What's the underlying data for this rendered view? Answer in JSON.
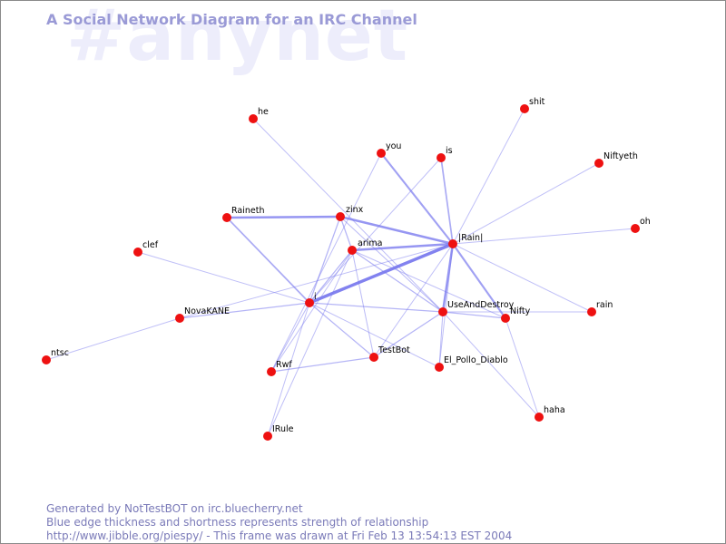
{
  "watermark": "#anynet",
  "title": "A Social Network Diagram for an IRC Channel",
  "footer": {
    "line1": "Generated by NotTestBOT on irc.bluecherry.net",
    "line2": "Blue edge thickness and shortness represents strength of relationship",
    "line3": "http://www.jibble.org/piespy/ - This frame was drawn at Fri Feb 13 13:54:13 EST 2004"
  },
  "colors": {
    "node": "#ee1111",
    "edge": "#7777ee",
    "title": "#9a9ad6",
    "watermark": "#ededfb"
  },
  "nodes": [
    {
      "id": "he",
      "label": "he"
    },
    {
      "id": "shit",
      "label": "shit"
    },
    {
      "id": "you",
      "label": "you"
    },
    {
      "id": "is",
      "label": "is"
    },
    {
      "id": "niftyeth",
      "label": "Niftyeth"
    },
    {
      "id": "raineth",
      "label": "Raineth"
    },
    {
      "id": "zinx",
      "label": "zinx"
    },
    {
      "id": "oh",
      "label": "oh"
    },
    {
      "id": "rain-bar",
      "label": "|Rain|"
    },
    {
      "id": "clef",
      "label": "clef"
    },
    {
      "id": "arima",
      "label": "arima"
    },
    {
      "id": "i",
      "label": "i"
    },
    {
      "id": "novakane",
      "label": "NovaKANE"
    },
    {
      "id": "useanddestroy",
      "label": "UseAndDestroy"
    },
    {
      "id": "nifty",
      "label": "Nifty"
    },
    {
      "id": "rain",
      "label": "rain"
    },
    {
      "id": "ntsc",
      "label": "ntsc"
    },
    {
      "id": "testbot",
      "label": "TestBot"
    },
    {
      "id": "rwf",
      "label": "Rwf"
    },
    {
      "id": "el-pollo-diablo",
      "label": "El_Pollo_Diablo"
    },
    {
      "id": "haha",
      "label": "haha"
    },
    {
      "id": "irule",
      "label": "IRule"
    }
  ],
  "edges": [
    {
      "a": "i",
      "b": "rain-bar",
      "weight": 4
    },
    {
      "a": "arima",
      "b": "rain-bar",
      "weight": 3
    },
    {
      "a": "zinx",
      "b": "rain-bar",
      "weight": 3
    },
    {
      "a": "raineth",
      "b": "zinx",
      "weight": 3
    },
    {
      "a": "you",
      "b": "rain-bar",
      "weight": 2.5
    },
    {
      "a": "is",
      "b": "rain-bar",
      "weight": 2
    },
    {
      "a": "rain-bar",
      "b": "useanddestroy",
      "weight": 3
    },
    {
      "a": "rain-bar",
      "b": "nifty",
      "weight": 2.5
    },
    {
      "a": "raineth",
      "b": "i",
      "weight": 2
    },
    {
      "a": "zinx",
      "b": "arima",
      "weight": 1.5
    },
    {
      "a": "zinx",
      "b": "i",
      "weight": 1.5
    },
    {
      "a": "zinx",
      "b": "useanddestroy",
      "weight": 1.2
    },
    {
      "a": "arima",
      "b": "useanddestroy",
      "weight": 1.5
    },
    {
      "a": "arima",
      "b": "i",
      "weight": 1.5
    },
    {
      "a": "arima",
      "b": "testbot",
      "weight": 1.2
    },
    {
      "a": "arima",
      "b": "rwf",
      "weight": 1
    },
    {
      "a": "arima",
      "b": "nifty",
      "weight": 1
    },
    {
      "a": "i",
      "b": "useanddestroy",
      "weight": 1.5
    },
    {
      "a": "i",
      "b": "testbot",
      "weight": 1.5
    },
    {
      "a": "i",
      "b": "novakane",
      "weight": 1.5
    },
    {
      "a": "i",
      "b": "clef",
      "weight": 1
    },
    {
      "a": "i",
      "b": "irule",
      "weight": 1
    },
    {
      "a": "i",
      "b": "rwf",
      "weight": 1.2
    },
    {
      "a": "i",
      "b": "is",
      "weight": 1
    },
    {
      "a": "i",
      "b": "el-pollo-diablo",
      "weight": 1
    },
    {
      "a": "novakane",
      "b": "ntsc",
      "weight": 1
    },
    {
      "a": "novakane",
      "b": "rain-bar",
      "weight": 1
    },
    {
      "a": "useanddestroy",
      "b": "nifty",
      "weight": 1.5
    },
    {
      "a": "useanddestroy",
      "b": "testbot",
      "weight": 1.5
    },
    {
      "a": "useanddestroy",
      "b": "el-pollo-diablo",
      "weight": 1.2
    },
    {
      "a": "useanddestroy",
      "b": "rain",
      "weight": 1
    },
    {
      "a": "rwf",
      "b": "testbot",
      "weight": 1.5
    },
    {
      "a": "rwf",
      "b": "you",
      "weight": 1
    },
    {
      "a": "testbot",
      "b": "rain-bar",
      "weight": 1
    },
    {
      "a": "rain-bar",
      "b": "oh",
      "weight": 1
    },
    {
      "a": "rain-bar",
      "b": "niftyeth",
      "weight": 1
    },
    {
      "a": "rain-bar",
      "b": "shit",
      "weight": 1
    },
    {
      "a": "rain-bar",
      "b": "rain",
      "weight": 1
    },
    {
      "a": "rain-bar",
      "b": "el-pollo-diablo",
      "weight": 1
    },
    {
      "a": "he",
      "b": "useanddestroy",
      "weight": 1
    },
    {
      "a": "nifty",
      "b": "haha",
      "weight": 1
    },
    {
      "a": "useanddestroy",
      "b": "haha",
      "weight": 1
    },
    {
      "a": "irule",
      "b": "arima",
      "weight": 1
    }
  ]
}
